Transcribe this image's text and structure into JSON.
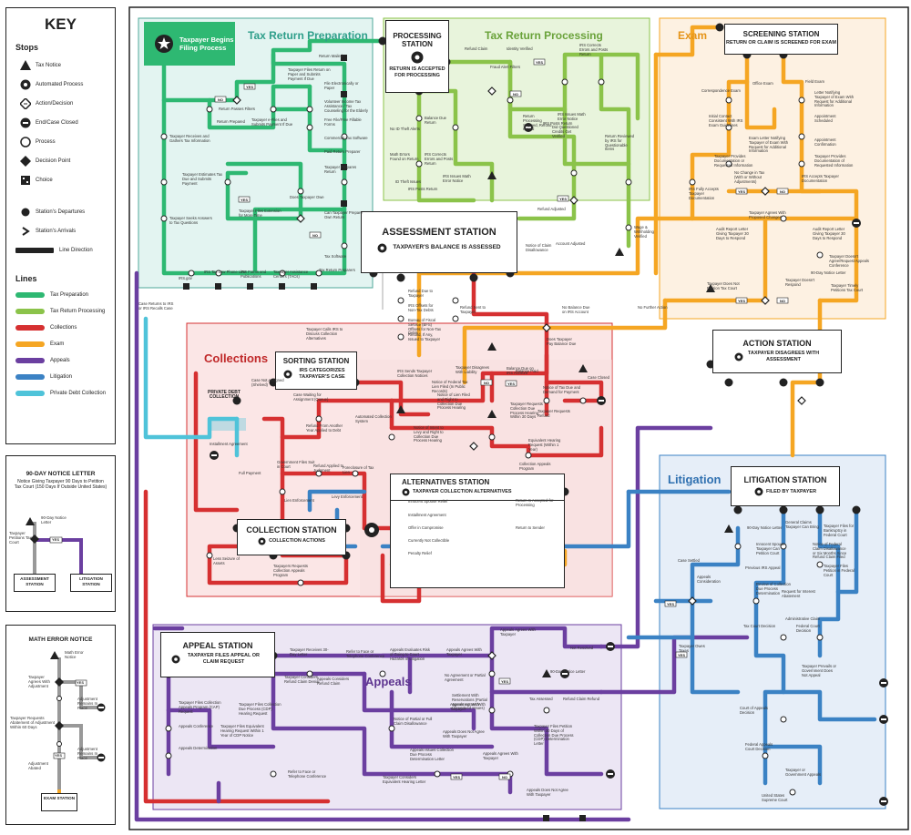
{
  "key": {
    "title": "KEY",
    "stops_heading": "Stops",
    "stops": [
      "Tax Notice",
      "Automated Process",
      "Action/Decision",
      "End/Case Closed",
      "Process",
      "Decision Point",
      "Choice"
    ],
    "departures": "Station's Departures",
    "arrivals": "Station's Arrivals",
    "line_direction": "Line Direction",
    "lines_heading": "Lines",
    "lines": [
      {
        "name": "Tax Preparation",
        "color": "#2eb872"
      },
      {
        "name": "Tax Return Processing",
        "color": "#8bc34a"
      },
      {
        "name": "Collections",
        "color": "#d63031"
      },
      {
        "name": "Exam",
        "color": "#f5a623"
      },
      {
        "name": "Appeals",
        "color": "#6b3fa0"
      },
      {
        "name": "Litigation",
        "color": "#3b82c4"
      },
      {
        "name": "Private Debt Collection",
        "color": "#4fc3d9"
      }
    ]
  },
  "notice90": {
    "title": "90-DAY NOTICE LETTER",
    "subtitle": "Notice Giving Taxpayer 90 Days to Petition Tax Court (150 Days If Outside United States)",
    "start": "90-Day Notice Letter",
    "petition": "Taxpayer Petitions Tax Court",
    "yes": "YES",
    "left_box": "ASSESSMENT STATION",
    "right_box": "LITIGATION STATION"
  },
  "math": {
    "title": "MATH ERROR NOTICE",
    "start": "Math Error Notice",
    "agrees": "Taxpayer Agrees With Adjustment",
    "remains1": "Adjustment Remains In Place",
    "requests": "Taxpayer Requests Abatement of Adjustment Within 60 Days",
    "remains2": "Adjustment Remains In Place",
    "abated": "Adjustment Abated",
    "yes": "YES",
    "box": "EXAM STATION"
  },
  "regions": {
    "tax_prep": "Tax Return Preparation",
    "tax_proc": "Tax Return Processing",
    "exam": "Exam",
    "collections": "Collections",
    "litigation": "Litigation",
    "appeals": "Appeals"
  },
  "stations": {
    "start": "Taxpayer Begins Filing Process",
    "processing": {
      "name": "PROCESSING STATION",
      "sub": "RETURN IS ACCEPTED FOR PROCESSING"
    },
    "screening": {
      "name": "SCREENING STATION",
      "sub": "RETURN OR CLAIM IS SCREENED FOR EXAM"
    },
    "assessment": {
      "name": "ASSESSMENT STATION",
      "sub": "TAXPAYER'S BALANCE IS ASSESSED"
    },
    "action": {
      "name": "ACTION STATION",
      "sub": "TAXPAYER DISAGREES WITH ASSESSMENT"
    },
    "sorting": {
      "name": "SORTING STATION",
      "sub": "IRS CATEGORIZES TAXPAYER'S CASE"
    },
    "private_debt": "PRIVATE DEBT COLLECTION",
    "alternatives": {
      "name": "ALTERNATIVES STATION",
      "sub": "TAXPAYER COLLECTION ALTERNATIVES"
    },
    "collection": {
      "name": "COLLECTION STATION",
      "sub": "COLLECTION ACTIONS"
    },
    "litigation": {
      "name": "LITIGATION STATION",
      "sub": "FILED BY TAXPAYER"
    },
    "appeal": {
      "name": "APPEAL STATION",
      "sub": "TAXPAYER FILES APPEAL OR CLAIM REQUEST"
    }
  },
  "labels": {
    "prep": [
      "Return Mailed",
      "Taxpayer Files Return on Paper and Submits Payment If Due",
      "File Electronically or Paper",
      "Return Prepared",
      "Volunteer Income Tax Assistance / Tax Counseling for the Elderly",
      "Return Passes Filters",
      "Free File/Free Fillable Forms",
      "Taxpayer e-Files and Submits Payment If Due",
      "Commercial Tax Software",
      "Paid Return Preparer",
      "Taxpayer Prepares Return",
      "Taxpayer Receives and Gathers Tax Information",
      "Taxpayer Estimates Tax Due and Submits Payment",
      "Does Taxpayer Owe",
      "Taxpayer Files Extension for More Time",
      "Can Taxpayer Prepare Own Return",
      "Taxpayer Seeks Answers to Tax Questions",
      "Tax Software",
      "Tax Return Preparers",
      "IRS.gov",
      "IRS Tax Law Phone Line",
      "IRS Forms and Publications",
      "Taxpayer Assistance Centers (TACs)"
    ],
    "proc": [
      "Refund Claim",
      "Identity Verified",
      "Fraud Alert Filters",
      "IRS Corrects Errors and Posts Return",
      "Return Processing Stopped, Refund Issued",
      "IRS Issues Math Error Notice",
      "IRS Posts Return",
      "Did Questioned Credits Get Verified",
      "Return Reviewed by IRS for Questionable Items",
      "No ID Theft Alerts",
      "Balance Due Return",
      "Math Errors Found on Return",
      "IRS Corrects Errors and Posts Return",
      "IRS Issues Math Error Notice",
      "ID Theft Issues",
      "IRS Posts Return",
      "Refund Adjusted",
      "Wage & Withholding Verified",
      "Notice of Claim Disallowance",
      "Account Adjusted"
    ],
    "exam": [
      "Correspondence Exam",
      "Office Exam",
      "Field Exam",
      "Letter Notifying Taxpayer of Exam With Request for Additional Information",
      "Appointment Scheduled",
      "Initial Contact Consistent With IRS Exam Guidelines",
      "Exam Letter Notifying Taxpayer of Exam With Request for Additional Information",
      "Appointment Confirmation",
      "Taxpayer Provides Documentation or Requested Information",
      "Taxpayer Provides Documentation of Requested Information",
      "No Change in Tax (With or Without Adjustments)",
      "IRS Fully Accepts Taxpayer Documentation",
      "IRS Accepts Taxpayer Documentation",
      "Taxpayer Agrees With Proposed Changes",
      "Audit Report Letter Giving Taxpayer 30 Days to Respond",
      "Audit Report Letter Giving Taxpayer 30 Days to Respond",
      "Taxpayer Doesn't Agree/Request Appeals Conference",
      "Taxpayer Does Not Petition Tax Court",
      "90-Day Notice Letter",
      "Taxpayer Doesn't Respond",
      "Taxpayer Timely Petitions Tax Court"
    ],
    "assessment": [
      "Refund Due to Taxpayer",
      "IRS Offsets for Non-Tax Debts",
      "Bureau of Fiscal Service (BFS) Offsets for Non-Tax Debts",
      "Refund Sent to Taxpayer",
      "Refund, If Any, Issued to Taxpayer",
      "No Balance Due on IRS Account",
      "No Further Action",
      "Does Taxpayer Pay Balance Due",
      "Balance Due on IRS Account"
    ],
    "collections": [
      "IRS Sends Taxpayer Collection Notices",
      "Taxpayer Disagrees With Liability",
      "Balance Paid",
      "Notice of Federal Tax Lien Filed (In Public Records)",
      "Notice of Lien Filed and Right to Collection Due Process Hearing",
      "Taxpayer Requests Collection Due Process Hearing Within 30 Days",
      "Notice of Tax Due and Demand for Payment",
      "Case Closed",
      "Taxpayer Requests Refund",
      "Case Returns to IRS or IRS Recalls Case",
      "Case Not Assigned (Shelved)",
      "Taxpayer Calls IRS to Discuss Collection Alternatives",
      "Case Waiting for Assignment (Queue)",
      "Refund From Another Year Applied to Debt",
      "Automated Collection System",
      "Notice of Intent to Levy and Right to Collection Due Process Hearing",
      "Equivalent Hearing Request (Within 1 Year)",
      "Collection Appeals Program",
      "Full Payment",
      "Installment Agreement",
      "Government Files Suit in Court",
      "Refund Applied to Judgment",
      "Foreclosure of Tax Lien",
      "Lien Enforcement",
      "Levy Enforcement",
      "Less Seizure of Assets",
      "Taxpayers Requests Collection Appeals Program"
    ],
    "alternatives": [
      "Innocent Spouse Relief",
      "Installment Agreement",
      "Offer in Compromise",
      "Currently Not Collectible",
      "Penalty Relief",
      "Return Is Accepted for Processing",
      "Return to Sender"
    ],
    "litigation": [
      "90-Day Notice Letter",
      "General Claims Taxpayer Can Bring",
      "Taxpayer Files for Bankruptcy in Federal Court",
      "Notice of Federal Claim Disallowance or Six Months Since Refund Claim Filed",
      "Innocent Spouse Taxpayer Can Petition Court",
      "Taxpayer Files Petition in Federal Court",
      "Case Settled",
      "Previous IRS Appeal",
      "Review of Collection Due Process Determination",
      "Appeals Consideration",
      "Request for Interest Abatement",
      "Administrative Claim",
      "Tax Court Decision",
      "Federal Court Decision",
      "Taxpayer Prevails or Government Does Not Appeal",
      "Court of Appeals Decision",
      "Federal Appeals Court Decision",
      "Taxpayer or Government Appeals",
      "United States Supreme Court",
      "Taxpayer Owes Taxes"
    ],
    "appeals": [
      "Appeals Agrees With Taxpayer",
      "Taxpayer Receives 30-Day Letter",
      "Refer to Face or Telephone Conference",
      "Appeals Evaluates Risk of Going to Court Hazards of Litigation",
      "No Agreement or Partial Agreement",
      "Not Resolved",
      "Appeals Agrees With Taxpayer",
      "Taxpayer Considers Refund Claim Denial",
      "Appeals Considers Refund Claim",
      "Settlement With Reservations (Partial Agreement With Unresolved Issues)",
      "90-Day Notice Letter",
      "Tax Assessed",
      "Refund Claim Refund",
      "Taxpayer Files Collection Appeals Program (CAP) Request",
      "Appeals Agrees With Taxpayer",
      "Taxpayer Files Collection Due Process (CDP) Hearing Request",
      "Notice of Partial or Full Claim Disallowance",
      "Appeals Conference",
      "Taxpayer Files Equivalent Hearing Request Within 1 Year of CDP Notice",
      "Appeals Does Not Agree With Taxpayer",
      "Taxpayer Files Petition Within 30 Days of Collection Due Process (CDP) Determination Letter",
      "Appeals Determination",
      "Appeals Issues Collection Due Process Determination Letter",
      "Appeals Agrees With Taxpayer",
      "Refer to Face or Telephone Conference",
      "Taxpayer Considers Equivalent Hearing Letter",
      "Appeals Does Not Agree With Taxpayer"
    ]
  }
}
